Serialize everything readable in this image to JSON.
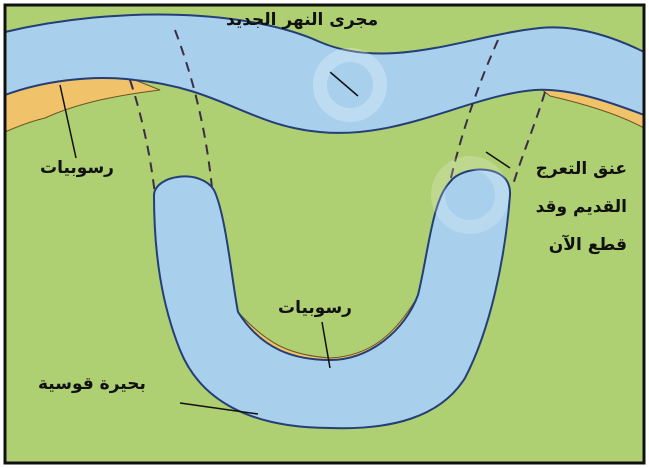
{
  "labels": {
    "new_channel": "مجرى النهر الجديد",
    "sediments_left": "رسوبيات",
    "old_meander_neck": [
      "عنق التعرج",
      "القديم وقد",
      "قطع الآن"
    ],
    "sediments_middle": "رسوبيات",
    "oxbow_lake": "بحيرة قوسية"
  },
  "colors": {
    "land": "#aecf72",
    "water": "#a8d0ec",
    "water_outline": "#243e77",
    "sediment": "#f0c36a",
    "frame": "#111111",
    "dashed_old_bank": "#3b2c47"
  },
  "icons": {
    "watermark": "faint-circle-watermark"
  }
}
